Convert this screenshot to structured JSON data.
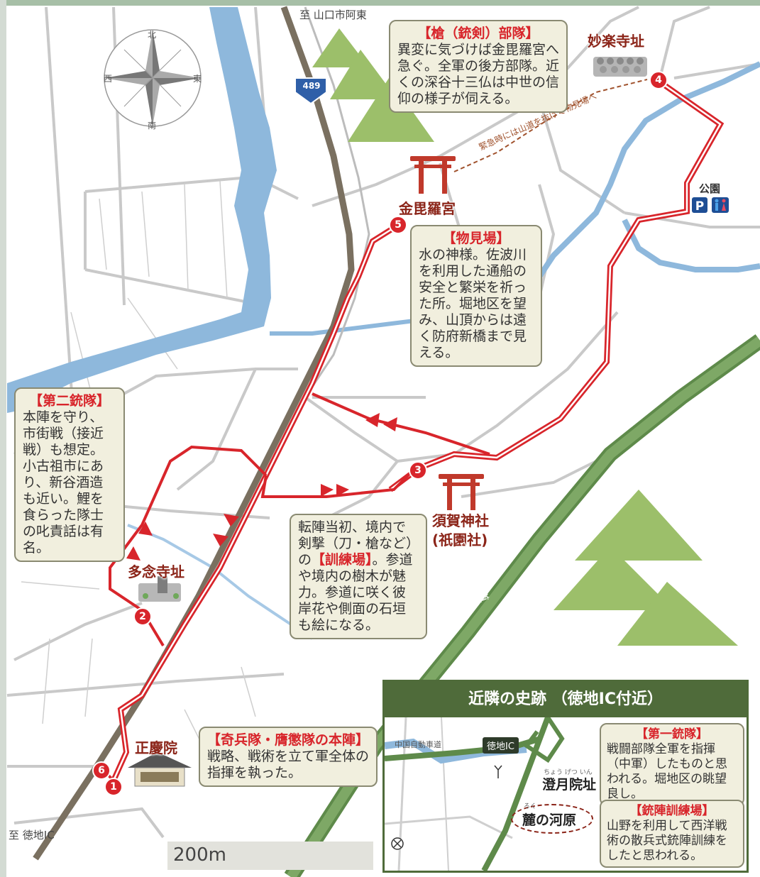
{
  "directions": {
    "north_road": "至 山口市阿東",
    "south_road": "至 徳地IC"
  },
  "compass": {
    "n": "北",
    "s": "南",
    "e": "東",
    "w": "西"
  },
  "route_badge": "489",
  "places": {
    "myorakuji": "妙楽寺址",
    "konpira": "金毘羅宮",
    "suga": "須賀神社",
    "suga_sub": "(祇園社)",
    "tanenji": "多念寺址",
    "shokeiin": "正慶院",
    "park": "公園"
  },
  "expressway": "中国自動車道",
  "emergency_path": "緊急時には山道を抜けて物見場へ",
  "pins": [
    "1",
    "2",
    "3",
    "4",
    "5",
    "6"
  ],
  "callouts": {
    "yari": {
      "title": "【槍（銃剣）部隊】",
      "body": "異変に気づけば金毘羅宮へ急ぐ。全軍の後方部隊。近くの深谷十三仏は中世の信仰の様子が伺える。"
    },
    "monomiba": {
      "title": "【物見場】",
      "body": "水の神様。佐波川を利用した通船の安全と繁栄を祈った所。堀地区を望み、山頂からは遠く防府新橋まで見える。"
    },
    "daini": {
      "title": "【第二銃隊】",
      "body": "本陣を守り、市街戦（接近戦）も想定。小古祖市にあり、新谷酒造も近い。鯉を食らった隊士の叱責話は有名。"
    },
    "kunren": {
      "body_before": "転陣当初、境内で剣撃（刀・槍など）の",
      "highlight": "【訓練場】",
      "body_after": "。参道や境内の樹木が魅力。参道に咲く彼岸花や側面の石垣も絵になる。"
    },
    "honjin": {
      "title": "【奇兵隊・膺懲隊の本陣】",
      "body": "戦略、戦術を立て軍全体の指揮を執った。"
    }
  },
  "inset": {
    "title": "近隣の史跡 （徳地IC付近）",
    "road_label": "中国自動車道",
    "ic_label": "徳地IC",
    "site1": "澄月院址",
    "site1_ruby": "ちょう げつ いん",
    "site2": "麓の河原",
    "site2_ruby": "ろく",
    "daiichi": {
      "title": "【第一銃隊】",
      "body": "戦闘部隊全軍を指揮（中軍）したものと思われる。堀地区の眺望良し。"
    },
    "jujin": {
      "title": "【銃陣訓練場】",
      "body": "山野を利用して西洋戦術の散兵式銃陣訓練をしたと思われる。"
    }
  },
  "scale": "200m",
  "colors": {
    "route": "#d8252b",
    "river": "#8eb8dc",
    "expressway": "#5e8a4a",
    "rail": "#7a7060",
    "mountain": "#9cbf6a",
    "callout_bg": "#f1efde",
    "place_text": "#8b2418"
  }
}
